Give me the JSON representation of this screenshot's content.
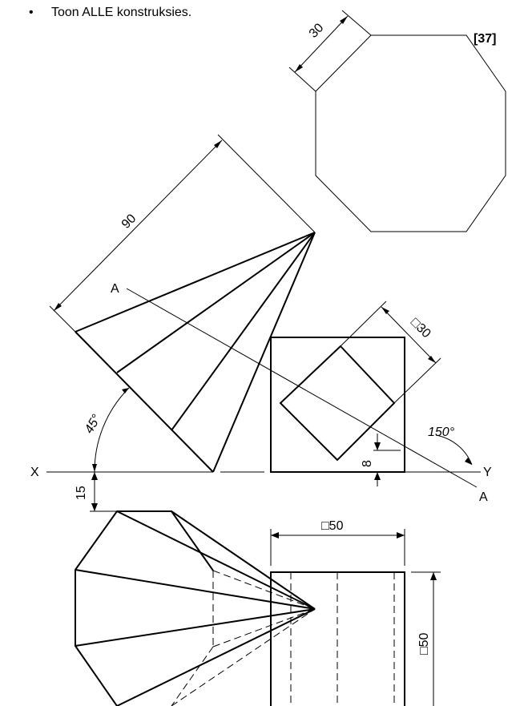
{
  "instruction": {
    "bullet": "•",
    "text": "Toon ALLE konstruksies."
  },
  "marks": "[37]",
  "dimensions": {
    "octagon_side": "30",
    "slant_length": "90",
    "inclination": "45°",
    "inner_square": "□30",
    "section_angle": "150°",
    "offset": "8",
    "gap": "15",
    "base_width": "□50",
    "base_depth": "□50"
  },
  "labels": {
    "x": "X",
    "y": "Y",
    "a_top": "A",
    "a_bottom": "A"
  }
}
